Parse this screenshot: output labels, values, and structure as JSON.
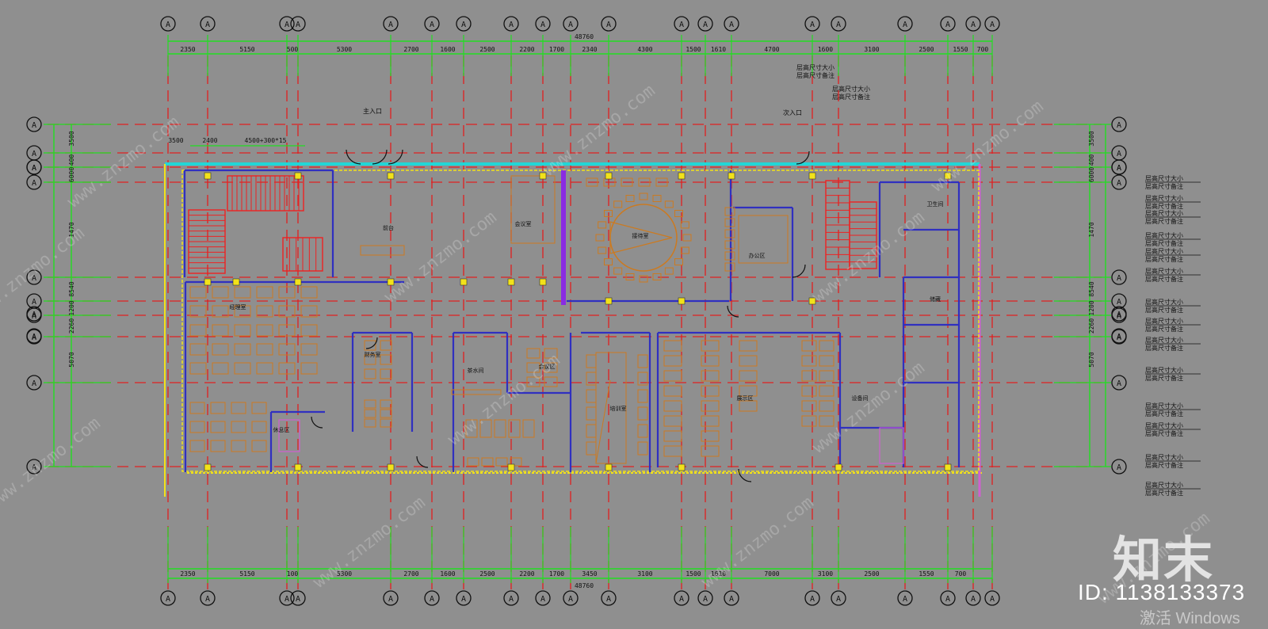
{
  "drawing": {
    "grid_bubble_label": "A",
    "top_dims": [
      "2350",
      "5150",
      "500",
      "5300",
      "2700",
      "1600",
      "2500",
      "2200",
      "1700",
      "2340",
      "4300",
      "1500",
      "1610",
      "4700",
      "1600",
      "3100",
      "2500",
      "1550",
      "700"
    ],
    "bottom_dims": [
      "2350",
      "5150",
      "100",
      "5300",
      "2700",
      "1600",
      "2500",
      "2200",
      "1700",
      "3450",
      "3100",
      "1500",
      "1610",
      "7000",
      "3100",
      "2500",
      "1550",
      "700"
    ],
    "overall_top": "48760",
    "overall_bottom": "48760",
    "left_dims": [
      "3500",
      "400",
      "6000",
      "1470",
      "8540",
      "1200",
      "2260",
      "5070"
    ],
    "right_dims": [
      "3500",
      "400",
      "6000",
      "1470",
      "8540",
      "1200",
      "2260",
      "5070"
    ],
    "note_label_a": "层高尺寸大小",
    "note_label_b": "层高尺寸备注",
    "entrance_left": "主入口",
    "entrance_right": "次入口",
    "title_dim_text": "2400",
    "title_dim_text2": "4500+300*15",
    "top_left_dim": "3500"
  },
  "rooms": [
    "前台",
    "会议室",
    "接待室",
    "办公区",
    "经理室",
    "财务室",
    "休息区",
    "茶水间",
    "会议区",
    "培训室",
    "展示区",
    "卫生间",
    "设备间",
    "储藏"
  ],
  "watermark": {
    "logo": "知末",
    "id": "ID: 1138133373",
    "activate": "激活 Windows",
    "site": "www.znzmo.com"
  },
  "colors": {
    "background": "#8f8f8f",
    "axis_red": "#e02020",
    "dim_green": "#22dd22",
    "wall_blue": "#3030c0",
    "furniture_orange": "#cc7a20",
    "stair_red": "#ee2222",
    "facade_cyan": "#22d6d6",
    "column_yellow": "#f2e21a",
    "text_black": "#111111"
  }
}
